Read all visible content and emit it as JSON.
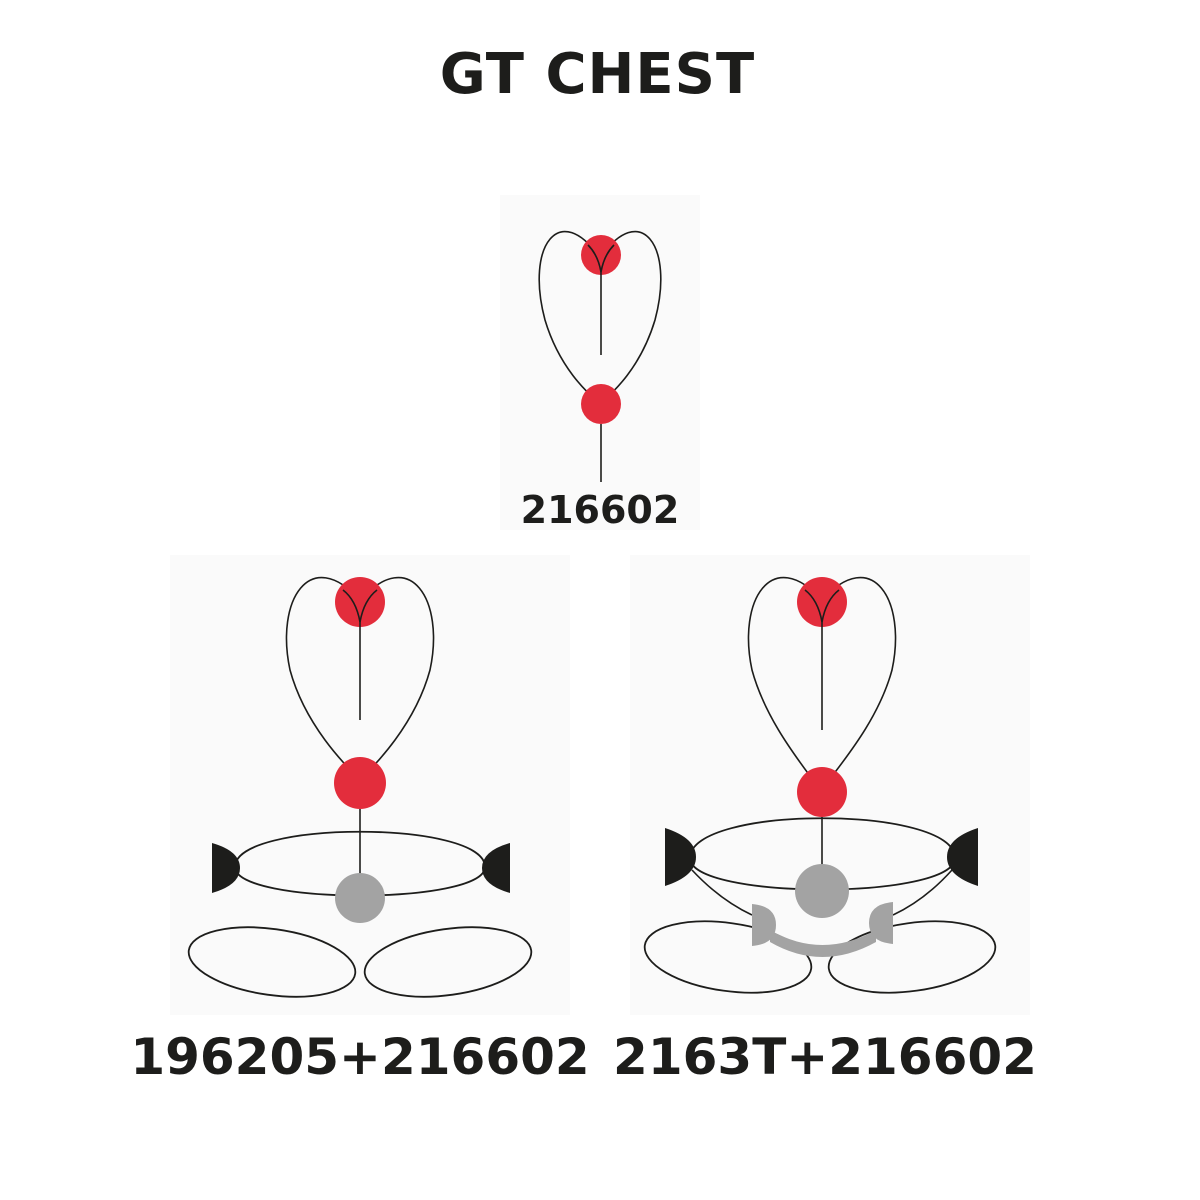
{
  "title": "GT CHEST",
  "colors": {
    "red_ring": "#e32d3c",
    "grey_ring": "#a3a3a3",
    "black_hook": "#1d1d1b",
    "line": "#1d1d1b",
    "panel_bg": "#fafafa"
  },
  "diagrams": [
    {
      "id": "top",
      "label": "216602",
      "parts": [
        "red-ring-top",
        "red-ring-bottom",
        "shoulder-loops",
        "tail-line"
      ]
    },
    {
      "id": "left",
      "label": "196205+216602",
      "parts": [
        "red-ring-top",
        "red-ring-bottom",
        "black-hook-left",
        "black-hook-right",
        "grey-ring",
        "waist-belt",
        "leg-loop-left",
        "leg-loop-right"
      ]
    },
    {
      "id": "right",
      "label": "2163T+216602",
      "parts": [
        "red-ring-top",
        "red-ring-bottom",
        "black-hook-left",
        "black-hook-right",
        "grey-ring",
        "grey-bridge",
        "waist-belt",
        "leg-loop-left",
        "leg-loop-right"
      ]
    }
  ]
}
